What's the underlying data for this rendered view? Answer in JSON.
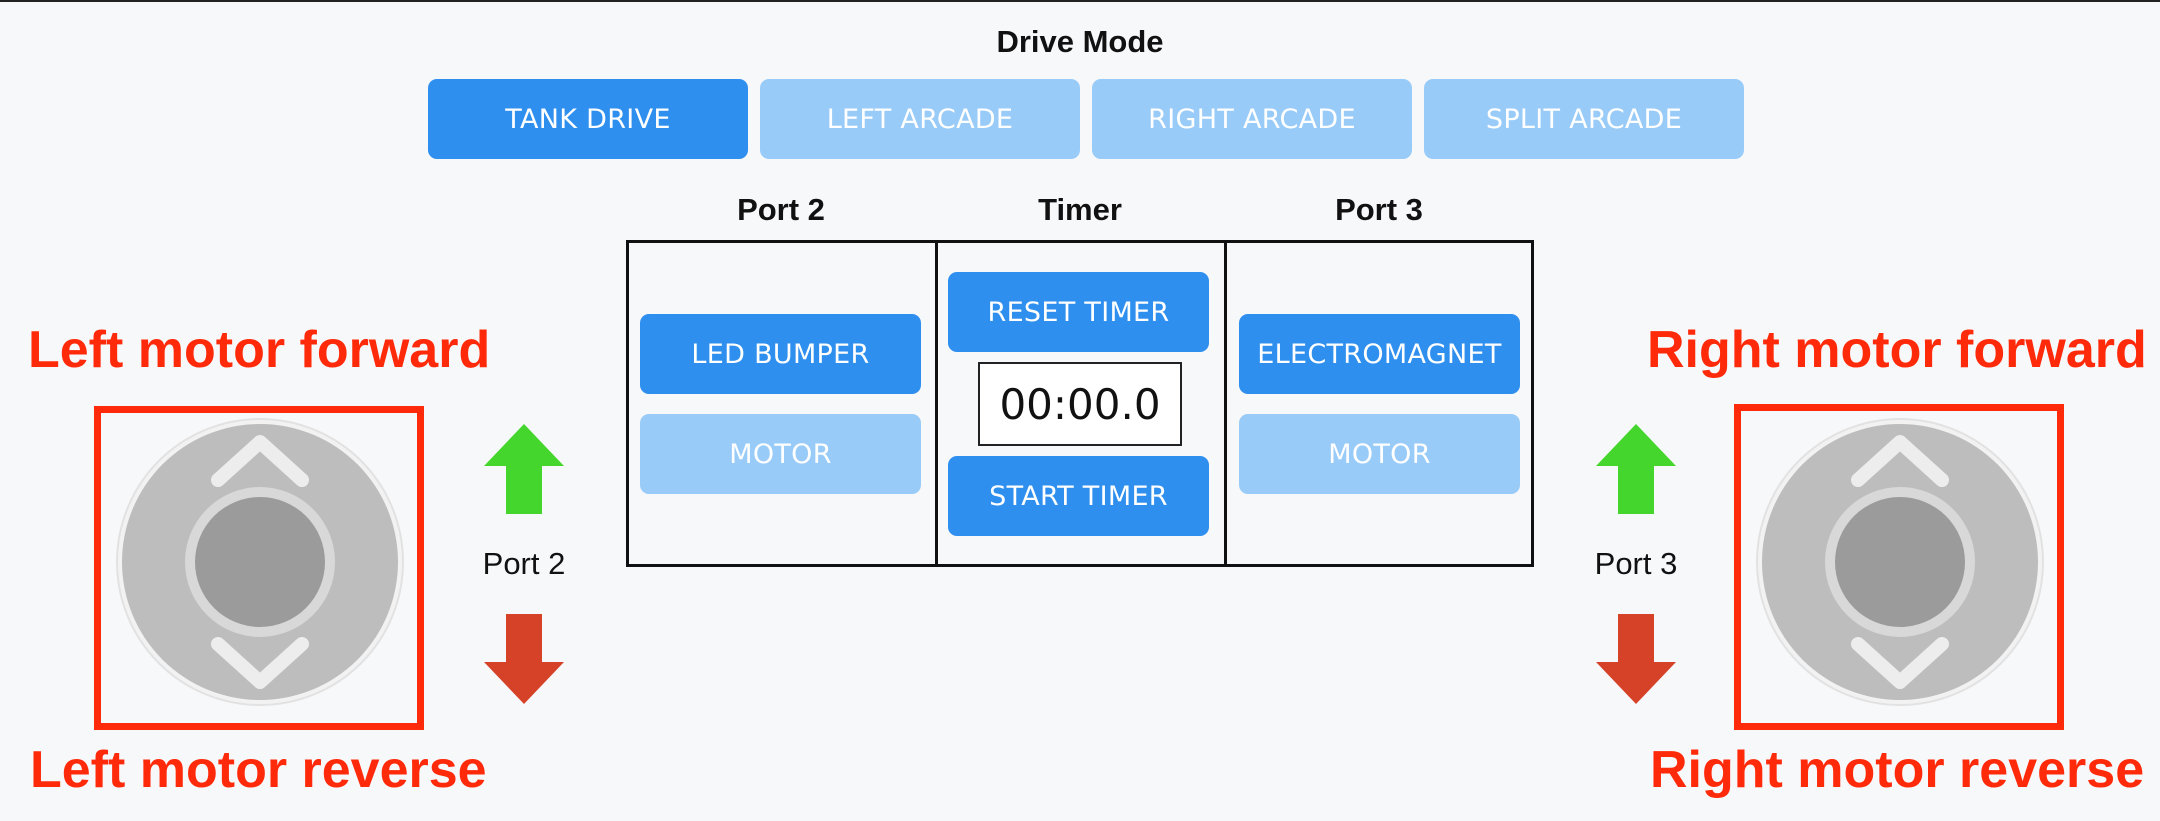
{
  "drive_mode": {
    "title": "Drive Mode",
    "options": [
      {
        "label": "TANK DRIVE",
        "selected": true
      },
      {
        "label": "LEFT ARCADE",
        "selected": false
      },
      {
        "label": "RIGHT ARCADE",
        "selected": false
      },
      {
        "label": "SPLIT ARCADE",
        "selected": false
      }
    ]
  },
  "panel": {
    "port2": {
      "title": "Port 2",
      "options": [
        "LED BUMPER",
        "MOTOR"
      ],
      "selected": "LED BUMPER"
    },
    "timer": {
      "title": "Timer",
      "reset_label": "RESET TIMER",
      "display": "00:00.0",
      "start_label": "START TIMER"
    },
    "port3": {
      "title": "Port 3",
      "options": [
        "ELECTROMAGNET",
        "MOTOR"
      ],
      "selected": "ELECTROMAGNET"
    }
  },
  "left": {
    "forward_label": "Left motor forward",
    "reverse_label": "Left motor reverse",
    "port_label": "Port 2"
  },
  "right": {
    "forward_label": "Right motor forward",
    "reverse_label": "Right motor reverse",
    "port_label": "Port 3"
  },
  "colors": {
    "accent_selected": "#2e8fef",
    "accent_unselected": "#99cbf8",
    "annotation_red": "#ff2a0a",
    "arrow_up_green": "#44d62c",
    "arrow_down_red": "#d64228"
  },
  "icons": [
    "arrow-up-icon",
    "arrow-down-icon",
    "chevron-up-icon",
    "chevron-down-icon"
  ]
}
